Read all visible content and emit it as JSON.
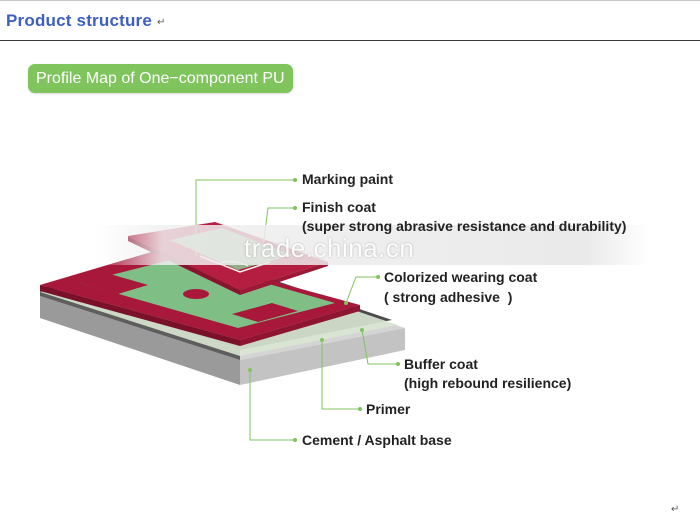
{
  "header": {
    "title": "Product structure"
  },
  "return_mark": "↵",
  "pill": {
    "label": "Profile Map of One−component PU"
  },
  "labels": {
    "marking_paint": "Marking paint",
    "finish_coat": "Finish coat",
    "finish_coat_note": "(super strong abrasive resistance and durability)",
    "colorized_wearing_coat": "Colorized wearing coat",
    "colorized_note": "( strong adhesive  )",
    "buffer_coat": "Buffer coat",
    "buffer_note": "(high rebound resilience)",
    "primer": "Primer",
    "base": "Cement / Asphalt base"
  },
  "watermark": "trade.china.cn",
  "colors": {
    "title_blue": "#3b5fc2",
    "pill_green": "#7fc45d",
    "leader_green": "#7fc45d",
    "court_red": "#a8183a",
    "court_green": "#7fbf85",
    "buffer_dark": "#4a4a4a",
    "primer_light": "#d9e6d1",
    "base_gray": "#a9a9a9"
  }
}
